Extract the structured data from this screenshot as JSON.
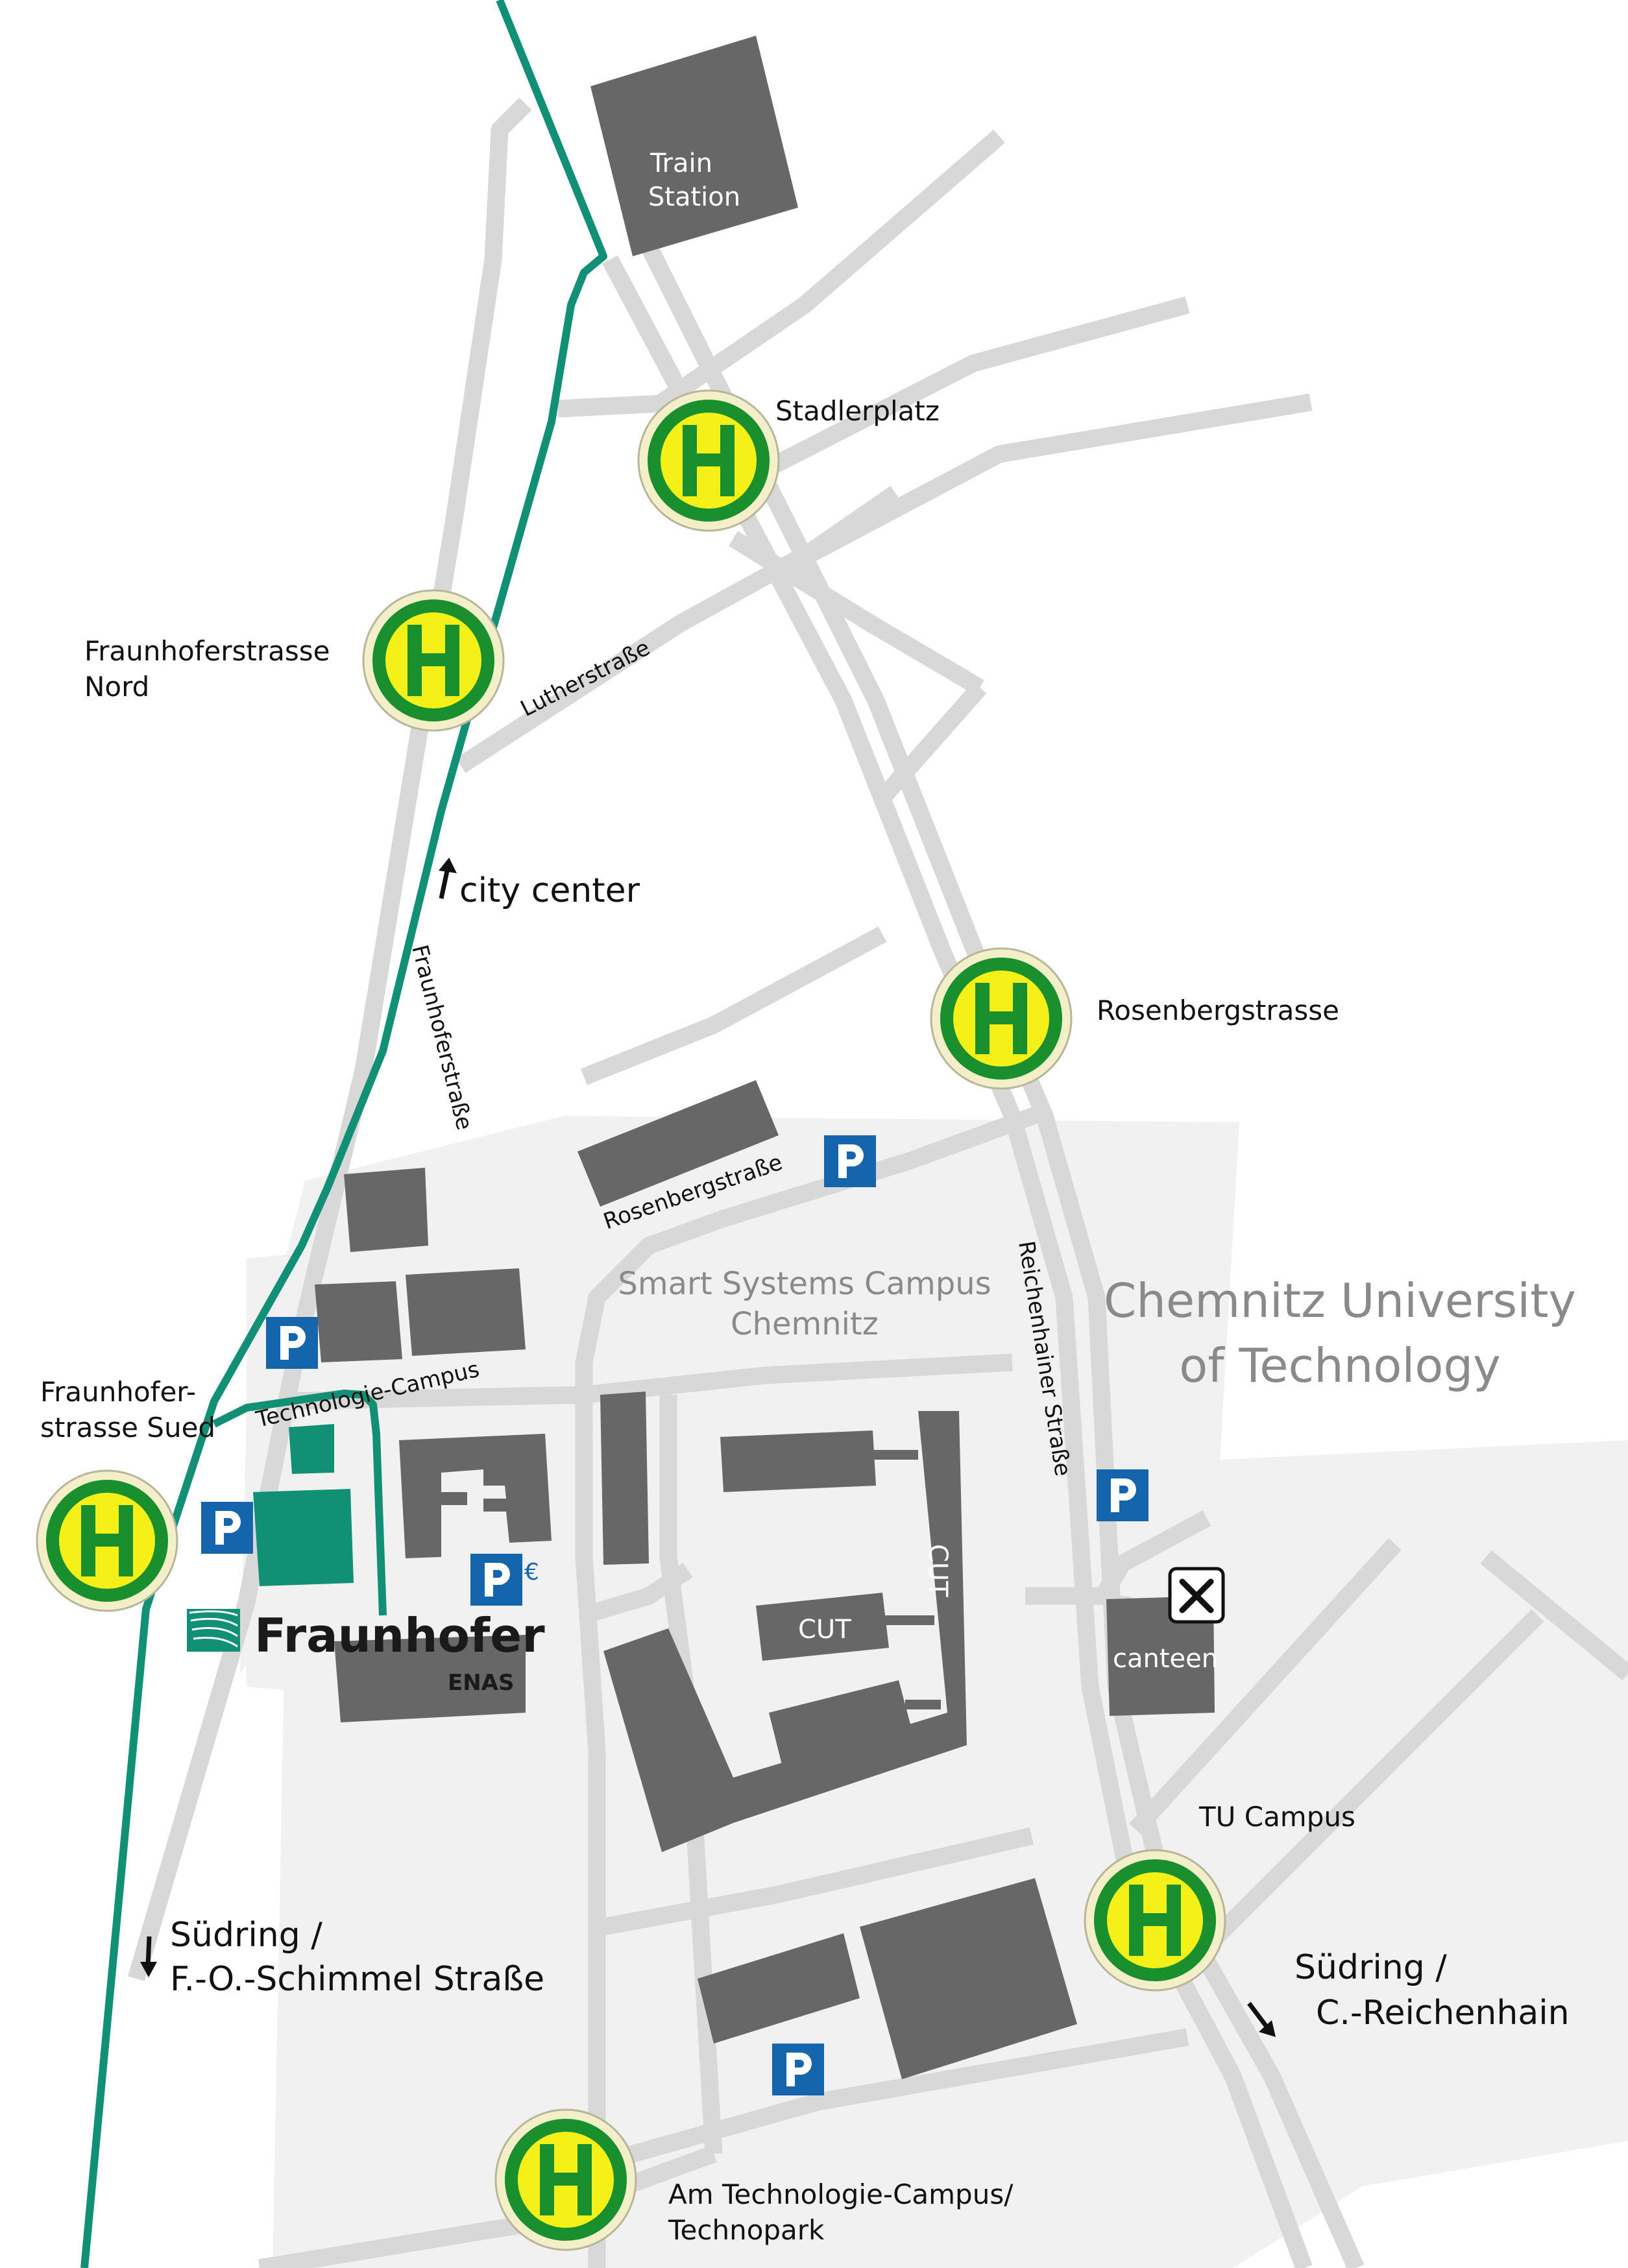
{
  "colors": {
    "background": "#ffffff",
    "campus_area": "#f1f1f1",
    "road": "#d8d8d8",
    "building": "#676767",
    "tram_line": "#129076",
    "fraunhofer_green": "#129076",
    "stop_ring": "#1a8f2e",
    "stop_fill": "#f5f018",
    "parking_blue": "#1565ad"
  },
  "icons": {
    "bus_stop": "h-bus-stop-icon",
    "parking": "parking-icon",
    "canteen": "fork-knife-icon",
    "arrow": "arrow-icon"
  },
  "stop_glyph": "H",
  "parking_glyph": "P",
  "paid_parking_suffix": "€",
  "stops": [
    {
      "name": "Stadlerplatz"
    },
    {
      "name": "Fraunhoferstrasse\nNord"
    },
    {
      "name": "Rosenbergstrasse"
    },
    {
      "name": "Fraunhofer-\nstrasse Sued"
    },
    {
      "name": "TU Campus"
    },
    {
      "name": "Am Technologie-Campus/\nTechnopark"
    }
  ],
  "buildings": {
    "train_station": "Train\nStation",
    "cut_vertical": "CUT",
    "cut_center": "CUT",
    "canteen": "canteen"
  },
  "streets": {
    "luther": "Lutherstraße",
    "fraunhofer": "Fraunhoferstraße",
    "rosenberg": "Rosenbergstraße",
    "technologie_campus": "Technologie-Campus",
    "reichenhainer": "Reichenhainer Straße"
  },
  "areas": {
    "smart_systems": "Smart Systems Campus\nChemnitz",
    "university": "Chemnitz University\nof Technology"
  },
  "directions": {
    "city_center": "city center",
    "suedring_schimmel": "Südring /\nF.-O.-Schimmel Straße",
    "suedring_reichenhain": "Südring /\n  C.-Reichenhain"
  },
  "logo": {
    "name": "Fraunhofer",
    "sub": "ENAS"
  }
}
